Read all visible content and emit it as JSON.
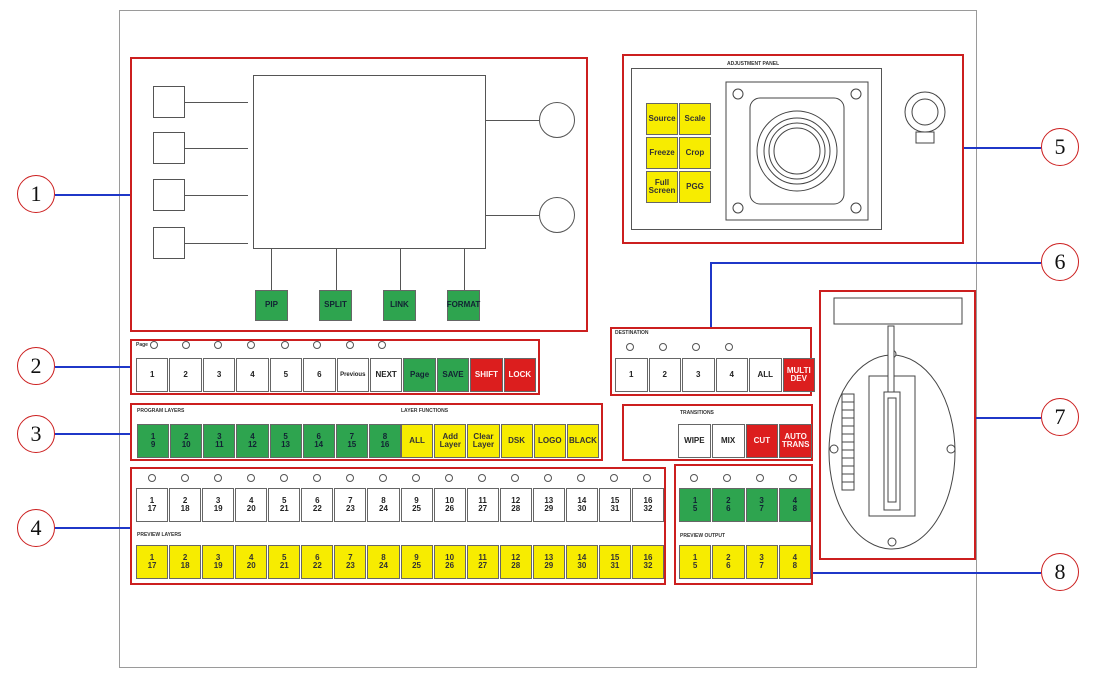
{
  "section1": {
    "callout": "1",
    "soft_buttons": [
      "PIP",
      "SPLIT",
      "LINK",
      "FORMAT"
    ]
  },
  "section2": {
    "callout": "2",
    "label": "Page",
    "buttons": [
      {
        "label": "1",
        "color": "w"
      },
      {
        "label": "2",
        "color": "w"
      },
      {
        "label": "3",
        "color": "w"
      },
      {
        "label": "4",
        "color": "w"
      },
      {
        "label": "5",
        "color": "w"
      },
      {
        "label": "6",
        "color": "w"
      },
      {
        "label": "Previous",
        "color": "w"
      },
      {
        "label": "NEXT",
        "color": "w"
      },
      {
        "label": "Page",
        "color": "g"
      },
      {
        "label": "SAVE",
        "color": "g"
      },
      {
        "label": "SHIFT",
        "color": "r"
      },
      {
        "label": "LOCK",
        "color": "r"
      }
    ]
  },
  "section3": {
    "callout": "3",
    "program_label": "PROGRAM LAYERS",
    "layer_functions_label": "LAYER FUNCTIONS",
    "program_buttons": [
      "1\n9",
      "2\n10",
      "3\n11",
      "4\n12",
      "5\n13",
      "6\n14",
      "7\n15",
      "8\n16"
    ],
    "function_buttons": [
      "ALL",
      "Add\nLayer",
      "Clear\nLayer",
      "DSK",
      "LOGO",
      "BLACK"
    ]
  },
  "section4": {
    "callout": "4",
    "preview_label": "PREVIEW LAYERS",
    "input_buttons": [
      "1\n17",
      "2\n18",
      "3\n19",
      "4\n20",
      "5\n21",
      "6\n22",
      "7\n23",
      "8\n24",
      "9\n25",
      "10\n26",
      "11\n27",
      "12\n28",
      "13\n29",
      "14\n30",
      "15\n31",
      "16\n32"
    ],
    "preview_buttons": [
      "1\n17",
      "2\n18",
      "3\n19",
      "4\n20",
      "5\n21",
      "6\n22",
      "7\n23",
      "8\n24",
      "9\n25",
      "10\n26",
      "11\n27",
      "12\n28",
      "13\n29",
      "14\n30",
      "15\n31",
      "16\n32"
    ]
  },
  "section5": {
    "callout": "5",
    "title": "ADJUSTMENT PANEL",
    "buttons": [
      "Source",
      "Scale",
      "Freeze",
      "Crop",
      "Full\nScreen",
      "PGG"
    ]
  },
  "section6": {
    "callout": "6",
    "title": "DESTINATION",
    "buttons": [
      {
        "label": "1",
        "color": "w"
      },
      {
        "label": "2",
        "color": "w"
      },
      {
        "label": "3",
        "color": "w"
      },
      {
        "label": "4",
        "color": "w"
      },
      {
        "label": "ALL",
        "color": "w"
      },
      {
        "label": "MULTI\nDEV",
        "color": "r"
      }
    ]
  },
  "section7": {
    "callout": "7",
    "title": "TRANSITIONS",
    "buttons": [
      {
        "label": "WIPE",
        "color": "w"
      },
      {
        "label": "MIX",
        "color": "w"
      },
      {
        "label": "CUT",
        "color": "r"
      },
      {
        "label": "AUTO\nTRANS",
        "color": "r"
      }
    ]
  },
  "section8": {
    "callout": "8",
    "preview_output_label": "PREVIEW OUTPUT",
    "program_buttons": [
      "1\n5",
      "2\n6",
      "3\n7",
      "4\n8"
    ],
    "preview_buttons": [
      "1\n5",
      "2\n6",
      "3\n7",
      "4\n8"
    ]
  }
}
